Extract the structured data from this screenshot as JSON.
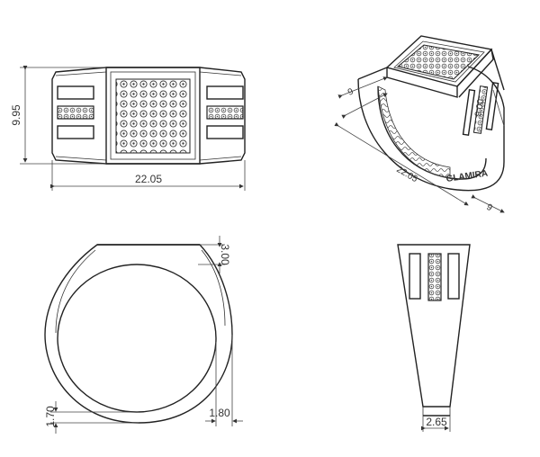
{
  "views": {
    "front": {
      "width_dim": "22.05",
      "height_dim": "9.95"
    },
    "side": {
      "top_thickness_dim": "3.00",
      "bottom_thickness_dim": "1.70",
      "shank_width_dim": "1.80"
    },
    "shoulder": {
      "band_width_dim": "2.65"
    },
    "perspective": {
      "dims": [
        "9",
        "9.00",
        "22.05",
        "9"
      ],
      "engraving": "GLAMIRA"
    }
  }
}
